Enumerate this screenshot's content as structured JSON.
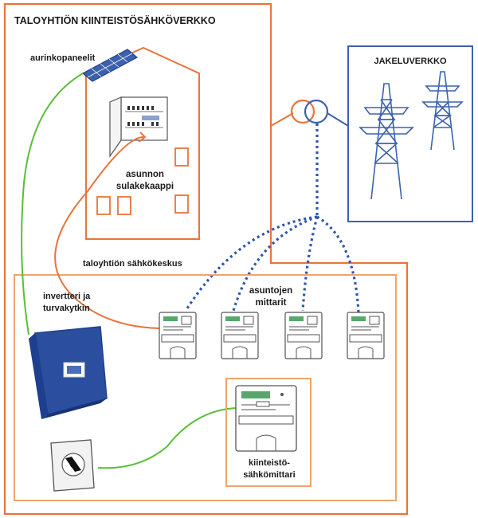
{
  "colors": {
    "orange": "#e8743b",
    "orange_light": "#efa46a",
    "blue": "#3d62ad",
    "blue_dark": "#1e3f8f",
    "green": "#5bbd3a",
    "gray": "#666666"
  },
  "labels": {
    "main_title": "TALOYHTIÖN KIINTEISTÖSÄHKÖVERKKO",
    "solar_panels": "aurinkopaneelit",
    "fuse_box_line1": "asunnon",
    "fuse_box_line2": "sulakekaappi",
    "grid_title": "JAKELUVERKKO",
    "switchboard": "taloyhtiön sähkökeskus",
    "inverter_line1": "invertteri ja",
    "inverter_line2": "turvakytkin",
    "meters_line1": "asuntojen",
    "meters_line2": "mittarit",
    "property_meter_line1": "kiinteistö-",
    "property_meter_line2": "sähkömittari"
  },
  "icons": [
    "solar-panel-icon",
    "fuse-cabinet-icon",
    "transformer-icon",
    "power-pylon-icon",
    "electricity-meter-icon",
    "inverter-icon",
    "safety-switch-icon"
  ]
}
